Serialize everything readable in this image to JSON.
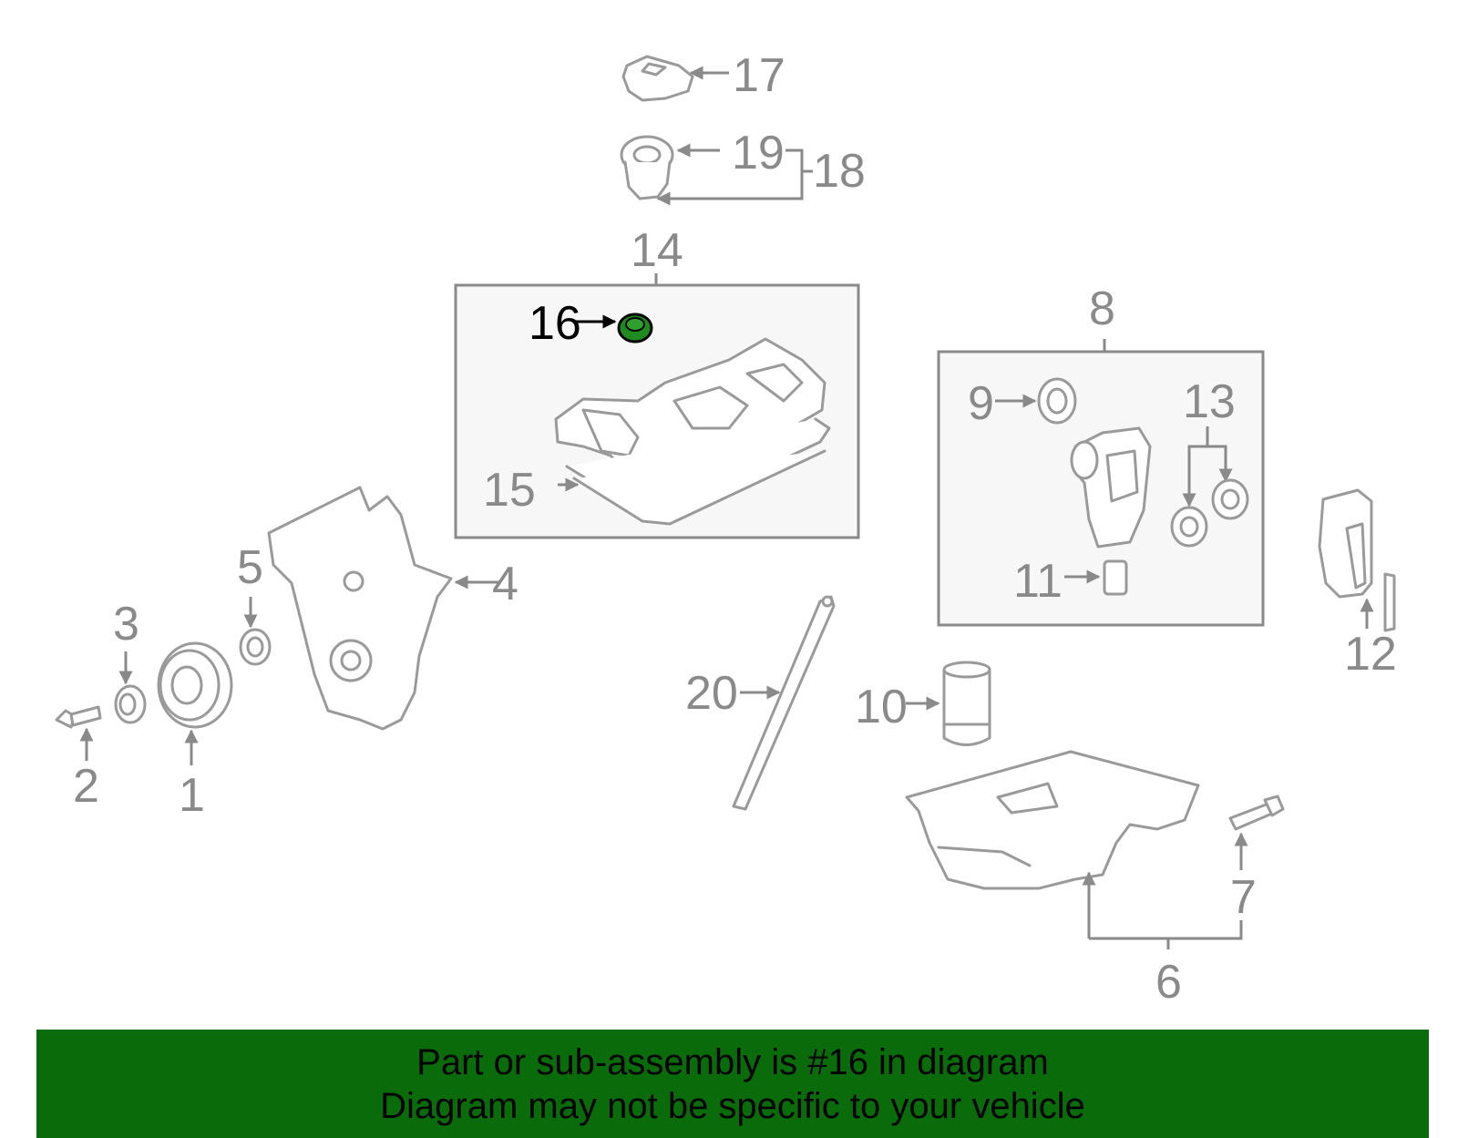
{
  "diagram": {
    "highlight_color": "#1f8a1f",
    "callouts": {
      "c1": "1",
      "c2": "2",
      "c3": "3",
      "c4": "4",
      "c5": "5",
      "c6": "6",
      "c7": "7",
      "c8": "8",
      "c9": "9",
      "c10": "10",
      "c11": "11",
      "c12": "12",
      "c13": "13",
      "c14": "14",
      "c15": "15",
      "c16": "16",
      "c17": "17",
      "c18": "18",
      "c19": "19",
      "c20": "20"
    },
    "highlighted_part": "16"
  },
  "banner": {
    "line1": "Part or sub-assembly is #16 in diagram",
    "line2": "Diagram may not be specific to your vehicle",
    "color": "#0a6b0a"
  }
}
